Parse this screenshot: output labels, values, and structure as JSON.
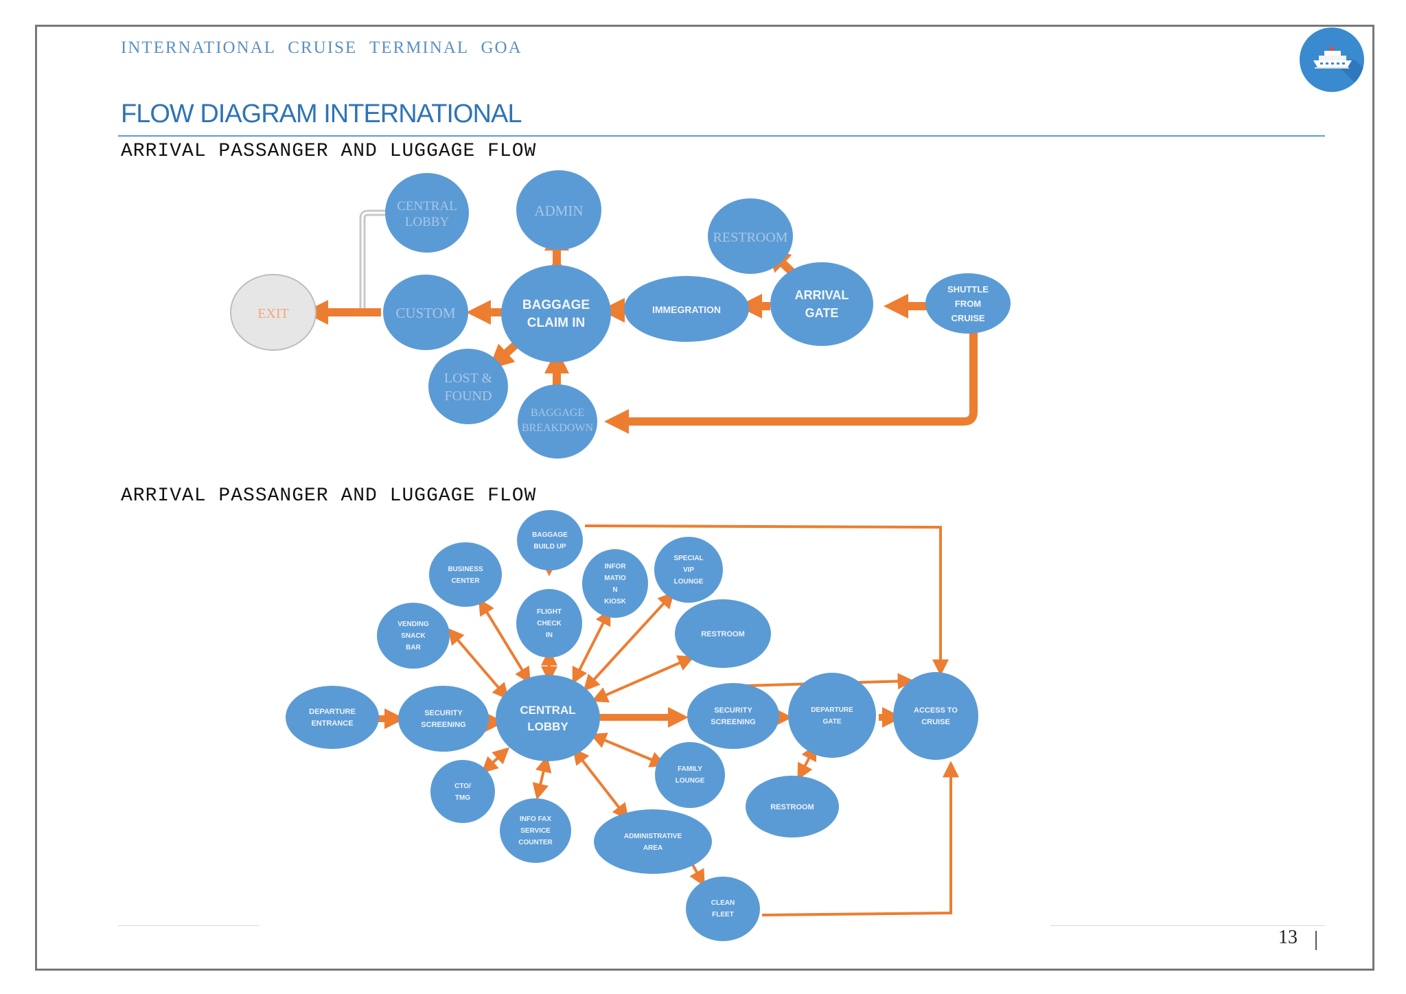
{
  "header": {
    "title": "INTERNATIONAL CRUISE TERMINAL GOA",
    "logo_icon": "cruise-ship-icon"
  },
  "page_title": "FLOW DIAGRAM INTERNATIONAL",
  "sections": [
    {
      "heading": "ARRIVAL PASSANGER AND LUGGAGE FLOW"
    },
    {
      "heading": "ARRIVAL PASSANGER AND LUGGAGE FLOW"
    }
  ],
  "colors": {
    "node": "#5b9bd5",
    "arrow": "#ed7d31",
    "exit_node": "#e6e6e6",
    "connector": "#c8c8c8"
  },
  "diagram1": {
    "nodes": [
      {
        "id": "central-lobby",
        "lines": [
          "CENTRAL",
          "LOBBY"
        ]
      },
      {
        "id": "admin",
        "lines": [
          "ADMIN"
        ]
      },
      {
        "id": "restroom",
        "lines": [
          "RESTROOM"
        ]
      },
      {
        "id": "exit",
        "lines": [
          "EXIT"
        ]
      },
      {
        "id": "custom",
        "lines": [
          "CUSTOM"
        ]
      },
      {
        "id": "baggage-claim-in",
        "lines": [
          "BAGGAGE",
          "CLAIM IN"
        ]
      },
      {
        "id": "immegration",
        "lines": [
          "IMMEGRATION"
        ]
      },
      {
        "id": "arrival-gate",
        "lines": [
          "ARRIVAL",
          "GATE"
        ]
      },
      {
        "id": "shuttle-from-cruise",
        "lines": [
          "SHUTTLE",
          "FROM",
          "CRUISE"
        ]
      },
      {
        "id": "lost-found",
        "lines": [
          "LOST &",
          "FOUND"
        ]
      },
      {
        "id": "baggage-breakdown",
        "lines": [
          "BAGGAGE",
          "BREAKDOWN"
        ]
      }
    ]
  },
  "diagram2": {
    "nodes": [
      {
        "id": "baggage-build-up",
        "lines": [
          "BAGGAGE",
          "BUILD UP"
        ]
      },
      {
        "id": "business-center",
        "lines": [
          "BUSINESS",
          "CENTER"
        ]
      },
      {
        "id": "information-kiosk",
        "lines": [
          "INFOR",
          "MATIO",
          "N",
          "KIOSK"
        ]
      },
      {
        "id": "special-vip-lounge",
        "lines": [
          "SPECIAL",
          "VIP",
          "LOUNGE"
        ]
      },
      {
        "id": "vending-snack-bar",
        "lines": [
          "VENDING",
          "SNACK",
          "BAR"
        ]
      },
      {
        "id": "flight-check-in",
        "lines": [
          "FLIGHT",
          "CHECK",
          "IN"
        ]
      },
      {
        "id": "restroom-top",
        "lines": [
          "RESTROOM"
        ]
      },
      {
        "id": "departure-entrance",
        "lines": [
          "DEPARTURE",
          "ENTRANCE"
        ]
      },
      {
        "id": "security-screening-left",
        "lines": [
          "SECURITY",
          "SCREENING"
        ]
      },
      {
        "id": "central-lobby-2",
        "lines": [
          "CENTRAL",
          "LOBBY"
        ]
      },
      {
        "id": "security-screening-right",
        "lines": [
          "SECURITY",
          "SCREENING"
        ]
      },
      {
        "id": "departure-gate",
        "lines": [
          "DEPARTURE",
          "GATE"
        ]
      },
      {
        "id": "access-to-cruise",
        "lines": [
          "ACCESS TO",
          "CRUISE"
        ]
      },
      {
        "id": "cto-tmg",
        "lines": [
          "CTO/",
          "TMG"
        ]
      },
      {
        "id": "family-lounge",
        "lines": [
          "FAMILY",
          "LOUNGE"
        ]
      },
      {
        "id": "restroom-bottom",
        "lines": [
          "RESTROOM"
        ]
      },
      {
        "id": "info-fax-service-counter",
        "lines": [
          "INFO FAX",
          "SERVICE",
          "COUNTER"
        ]
      },
      {
        "id": "administrative-area",
        "lines": [
          "ADMINISTRATIVE",
          "AREA"
        ]
      },
      {
        "id": "clean-fleet",
        "lines": [
          "CLEAN",
          "FLEET"
        ]
      }
    ]
  },
  "page_number": "13"
}
